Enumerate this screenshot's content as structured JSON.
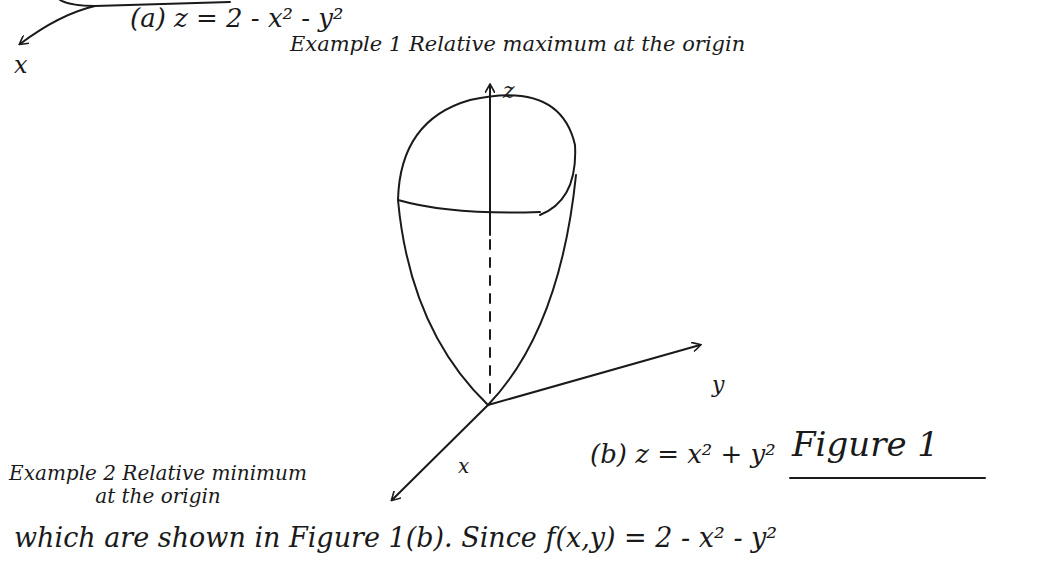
{
  "diagram": {
    "labels": [
      "x",
      "(a) z = 2 - x² - y²",
      "Example 1 Relative maximum at the origin",
      "z",
      "y",
      "x",
      "Figure 1",
      "(b) z = x² + y²",
      "Example 2 Relative minimum at the origin",
      "which are shown in Figure 1(b). Since f(x,y) = 2 - x² - y²"
    ]
  }
}
